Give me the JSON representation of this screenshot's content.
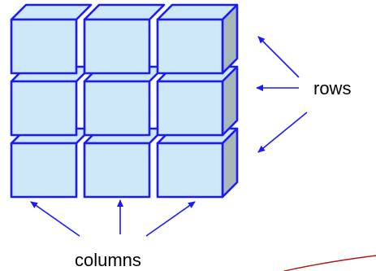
{
  "labels": {
    "rows": "rows",
    "columns": "columns"
  },
  "grid": {
    "rows": 3,
    "columns": 3
  },
  "colors": {
    "cell_face": "#cfe8f8",
    "cell_side": "#a8b8b8",
    "cell_outline": "#1a1aff",
    "arrow": "#1a1aff",
    "label": "#000000",
    "accent_line": "#b01818"
  },
  "icons": {
    "arrows_to_rows": "arrow-icon",
    "arrows_to_columns": "arrow-icon"
  }
}
